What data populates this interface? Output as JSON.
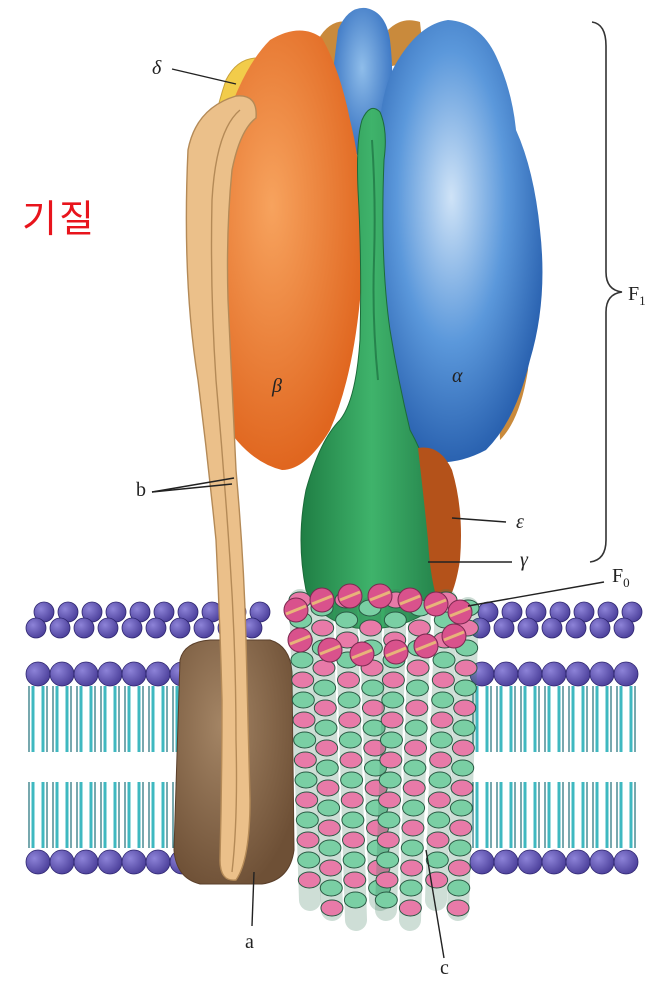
{
  "side_label": "기질",
  "labels": {
    "delta": "δ",
    "beta": "β",
    "alpha": "α",
    "b": "b",
    "epsilon": "ε",
    "gamma": "γ",
    "f1": "F",
    "f1_sub": "1",
    "f0": "F",
    "f0_sub": "0",
    "a": "a",
    "c": "c"
  },
  "colors": {
    "side_label": "#e8141c",
    "alpha": "#3f7fd0",
    "beta": "#ee7a2a",
    "delta": "#f2cc4a",
    "stalk_b": "#ebc08a",
    "gamma": "#2e9a55",
    "epsilon": "#b4521a",
    "subunit_a": "#8a6749",
    "lipid_head": "#5a4ea8",
    "lipid_tail": "#3fb8c0",
    "c_ring_pink": "#e87aa8",
    "c_ring_green": "#7acfa4"
  }
}
